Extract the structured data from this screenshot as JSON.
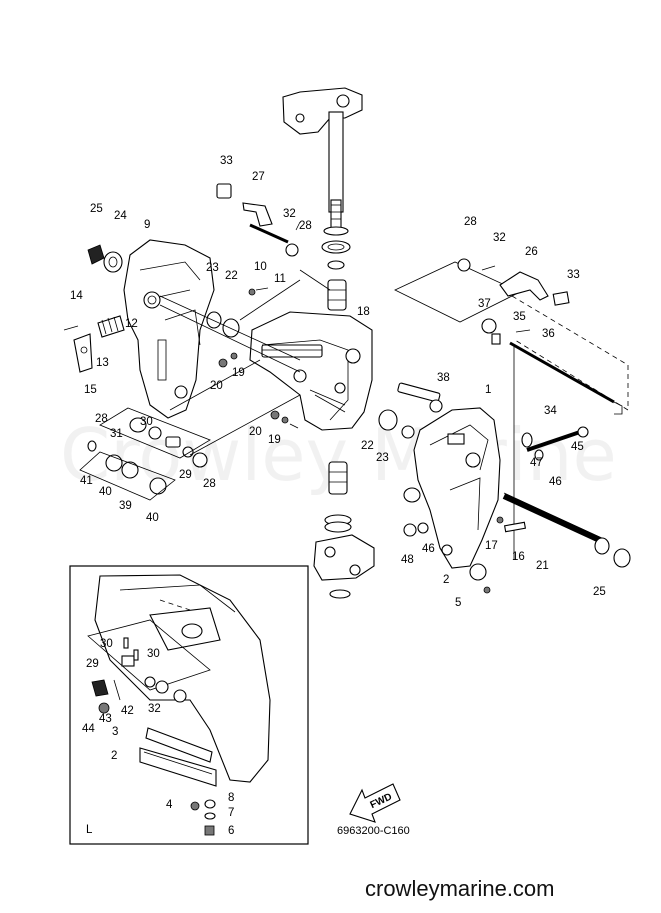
{
  "watermark": "Crowley Marine",
  "figure_code": "6963200-C160",
  "inset_label": "L",
  "fwd_label": "FWD",
  "footer_url": "crowleymarine.com",
  "callouts": [
    "33",
    "27",
    "32",
    "28",
    "25",
    "24",
    "9",
    "23",
    "22",
    "10",
    "11",
    "14",
    "12",
    "13",
    "15",
    "20",
    "19",
    "18",
    "38",
    "28",
    "31",
    "30",
    "41",
    "40",
    "39",
    "40",
    "29",
    "28",
    "20",
    "19",
    "22",
    "23",
    "1",
    "28",
    "32",
    "26",
    "33",
    "37",
    "35",
    "36",
    "34",
    "47",
    "46",
    "45",
    "48",
    "46",
    "17",
    "16",
    "21",
    "2",
    "5",
    "25",
    "30",
    "30",
    "29",
    "42",
    "32",
    "43",
    "44",
    "3",
    "2",
    "8",
    "4",
    "7",
    "6"
  ]
}
